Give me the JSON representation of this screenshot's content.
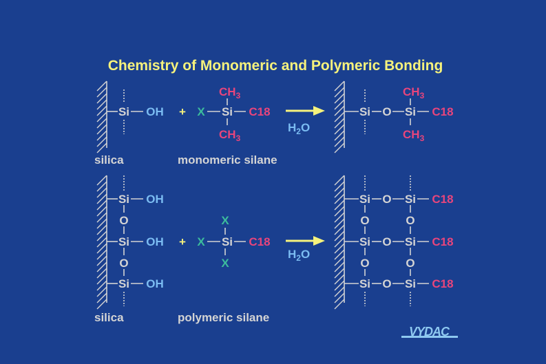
{
  "title": "Chemistry of Monomeric and Polymeric Bonding",
  "atoms": {
    "si": "Si",
    "oh": "OH",
    "o": "O",
    "x": "X",
    "ch": "CH",
    "sub3": "3",
    "c18": "C18",
    "h": "H",
    "sub2": "2",
    "plus": "+"
  },
  "labels": {
    "silica": "silica",
    "monomeric": "monomeric silane",
    "polymeric": "polymeric silane"
  },
  "logo": "VYDAC",
  "colors": {
    "background": "#1a3f8f",
    "title": "#f6f27c",
    "silicon": "#d4d4d4",
    "hydroxyl": "#7bbcf2",
    "alkyl": "#e8457c",
    "leaving_group": "#3cbc9c",
    "arrow": "#f6f27c"
  }
}
